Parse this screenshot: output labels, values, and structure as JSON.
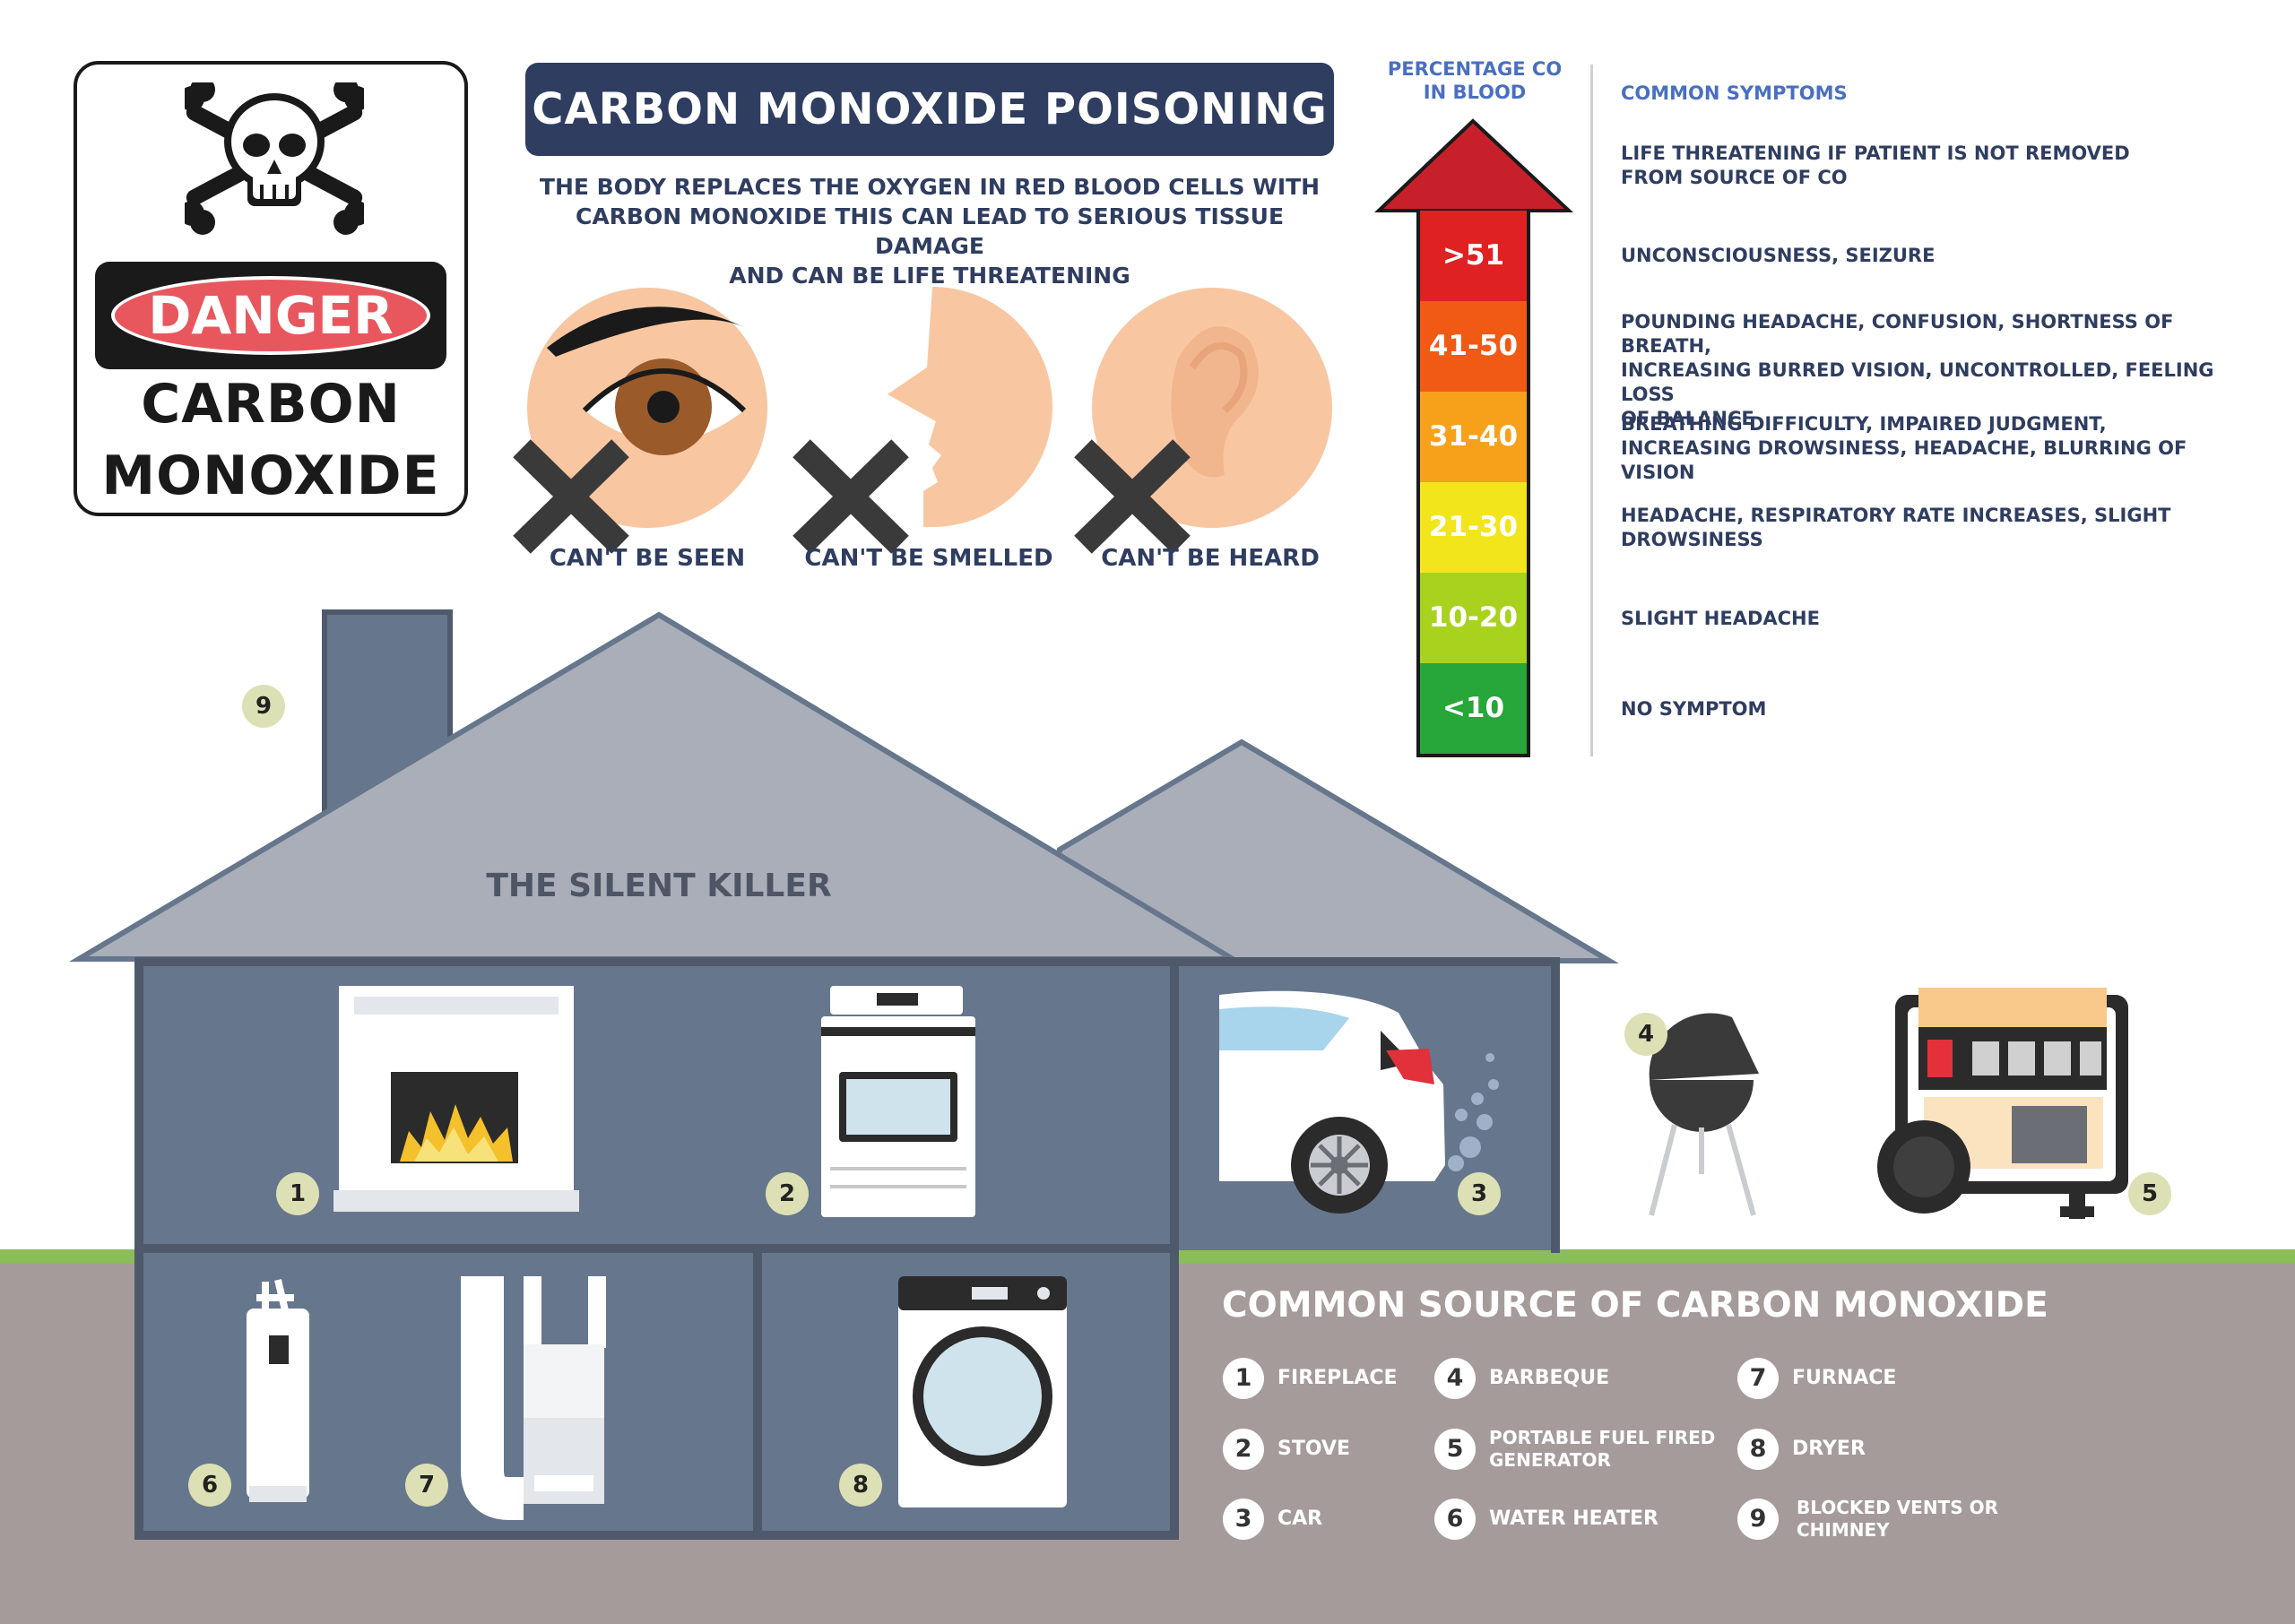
{
  "sign": {
    "danger": "DANGER",
    "line1": "CARBON",
    "line2": "MONOXIDE"
  },
  "title": "CARBON MONOXIDE POISONING",
  "subtitle": [
    "THE BODY REPLACES THE OXYGEN IN RED BLOOD CELLS WITH",
    "CARBON MONOXIDE THIS CAN LEAD TO SERIOUS TISSUE DAMAGE",
    "AND CAN BE LIFE THREATENING"
  ],
  "properties": [
    "CAN'T BE SEEN",
    "CAN'T BE SMELLED",
    "CAN'T BE HEARD"
  ],
  "scale": {
    "heading": [
      "PERCENTAGE CO",
      "IN BLOOD"
    ],
    "levels": [
      {
        "label": ">51",
        "color": "#e02121"
      },
      {
        "label": "41-50",
        "color": "#f05a15"
      },
      {
        "label": "31-40",
        "color": "#f7a11a"
      },
      {
        "label": "21-30",
        "color": "#f2e51b"
      },
      {
        "label": "10-20",
        "color": "#a8d21e"
      },
      {
        "label": "<10",
        "color": "#27a63a"
      }
    ],
    "arrow_color": "#c8202b"
  },
  "symptoms": {
    "heading": "COMMON SYMPTOMS",
    "items": [
      [
        "LIFE THREATENING IF PATIENT IS NOT REMOVED",
        "FROM SOURCE OF CO"
      ],
      [
        "UNCONSCIOUSNESS, SEIZURE"
      ],
      [
        "POUNDING HEADACHE, CONFUSION, SHORTNESS OF BREATH,",
        "INCREASING BURRED VISION, UNCONTROLLED, FEELING LOSS",
        "OF BALANCE"
      ],
      [
        "BREATHING DIFFICULTY, IMPAIRED JUDGMENT,",
        "INCREASING DROWSINESS, HEADACHE, BLURRING OF VISION"
      ],
      [
        "HEADACHE, RESPIRATORY RATE INCREASES, SLIGHT",
        "DROWSINESS"
      ],
      [
        "SLIGHT HEADACHE"
      ],
      [
        "NO SYMPTOM"
      ]
    ]
  },
  "house": {
    "roof_text": "THE SILENT KILLER"
  },
  "badges": [
    "1",
    "2",
    "3",
    "4",
    "5",
    "6",
    "7",
    "8",
    "9"
  ],
  "legend": {
    "title": "COMMON SOURCE OF CARBON MONOXIDE",
    "items": [
      {
        "num": "1",
        "lines": [
          "FIREPLACE"
        ]
      },
      {
        "num": "2",
        "lines": [
          "STOVE"
        ]
      },
      {
        "num": "3",
        "lines": [
          "CAR"
        ]
      },
      {
        "num": "4",
        "lines": [
          "BARBEQUE"
        ]
      },
      {
        "num": "5",
        "lines": [
          "PORTABLE FUEL FIRED",
          "GENERATOR"
        ]
      },
      {
        "num": "6",
        "lines": [
          "WATER HEATER"
        ]
      },
      {
        "num": "7",
        "lines": [
          "FURNACE"
        ]
      },
      {
        "num": "8",
        "lines": [
          "DRYER"
        ]
      },
      {
        "num": "9",
        "lines": [
          "BLOCKED VENTS OR",
          "CHIMNEY"
        ]
      }
    ]
  },
  "colors": {
    "navy": "#2f3d60",
    "house_wall": "#66768c",
    "roof": "#a9aeb8",
    "ground": "#a69b9b",
    "grass": "#8bbd5a",
    "skin": "#f8c7a1",
    "badge": "#dde0b4"
  }
}
